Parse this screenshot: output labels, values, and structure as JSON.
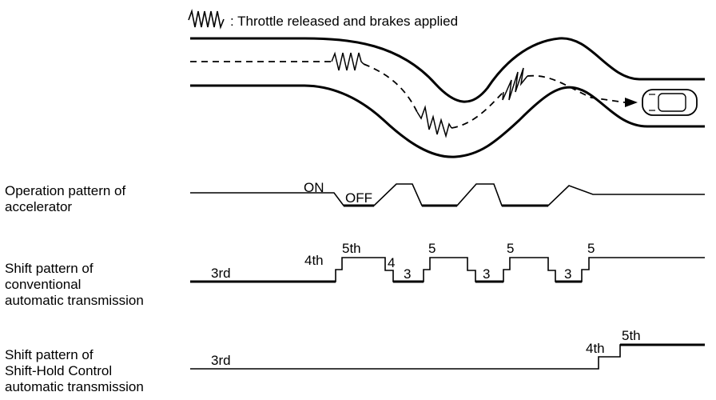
{
  "legend": {
    "icon": "zigzag-icon",
    "text": ": Throttle released and brakes applied"
  },
  "accelerator": {
    "label_lines": [
      "Operation pattern of",
      "accelerator"
    ],
    "on_label": "ON",
    "off_label": "OFF"
  },
  "conventional": {
    "label_lines": [
      "Shift pattern of",
      "conventional",
      "automatic transmission"
    ],
    "gear_labels": [
      "3rd",
      "4th",
      "5th",
      "4",
      "3",
      "5",
      "3",
      "5",
      "3",
      "5"
    ]
  },
  "shift_hold": {
    "label_lines": [
      "Shift pattern of",
      "Shift-Hold Control",
      "automatic transmission"
    ],
    "gear_labels": [
      "3rd",
      "4th",
      "5th"
    ]
  },
  "road": {
    "vehicle_icon": "car-icon",
    "path_style": "dashed",
    "arrow_icon": "arrow-head-icon"
  }
}
